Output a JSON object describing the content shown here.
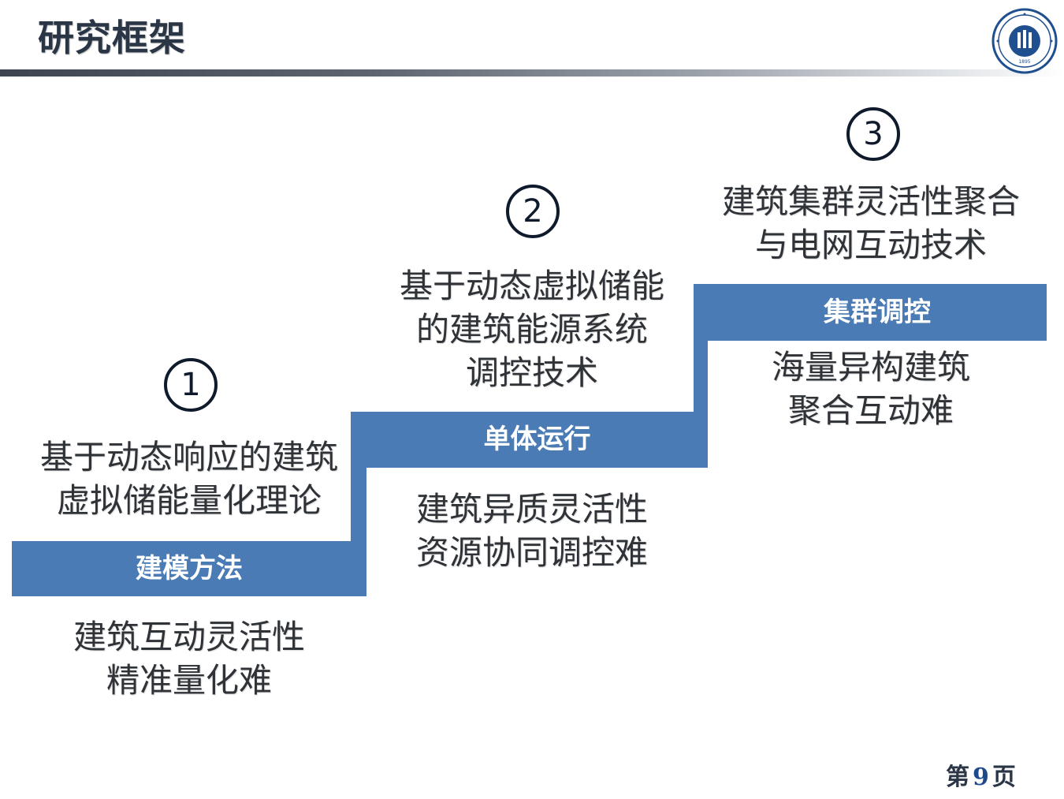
{
  "title": "研究框架",
  "colors": {
    "step_blue": "#4a7bb5",
    "text_dark": "#2f3338",
    "circle_dark": "#0f1a2c",
    "page_num_accent": "#1e4a8c"
  },
  "logo": {
    "icon": "university-seal-icon",
    "year": "1895"
  },
  "steps": [
    {
      "label": "建模方法",
      "number": "1",
      "above": [
        "基于动态响应的建筑",
        "虚拟储能量化理论"
      ],
      "below": [
        "建筑互动灵活性",
        "精准量化难"
      ]
    },
    {
      "label": "单体运行",
      "number": "2",
      "above": [
        "基于动态虚拟储能",
        "的建筑能源系统",
        "调控技术"
      ],
      "below": [
        "建筑异质灵活性",
        "资源协同调控难"
      ]
    },
    {
      "label": "集群调控",
      "number": "3",
      "above": [
        "建筑集群灵活性聚合",
        "与电网互动技术"
      ],
      "below": [
        "海量异构建筑",
        "聚合互动难"
      ]
    }
  ],
  "page": {
    "prefix": "第",
    "number": "9",
    "suffix": "页"
  }
}
